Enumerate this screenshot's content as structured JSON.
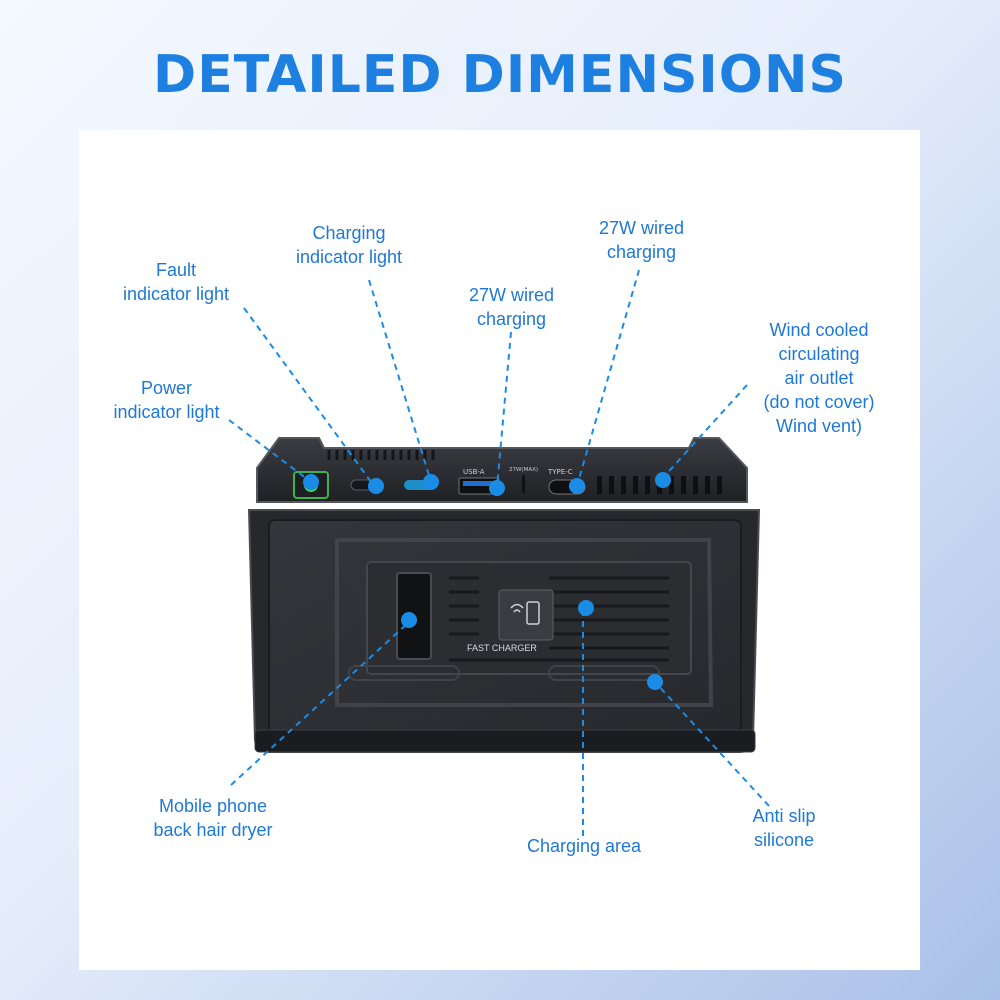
{
  "title": "DETAILED DIMENSIONS",
  "colors": {
    "accent": "#1d7fe0",
    "label": "#1e78d6",
    "dot": "#1a8ce6",
    "device": "#2c2e33"
  },
  "labels": {
    "fault": [
      "Fault",
      "indicator light"
    ],
    "charging_indicator": [
      "Charging",
      "indicator light"
    ],
    "wired_usb_a": [
      "27W wired",
      "charging"
    ],
    "wired_type_c": [
      "27W wired",
      "charging"
    ],
    "wind": [
      "Wind cooled",
      "circulating",
      "air outlet",
      "(do not cover)",
      "Wind vent)"
    ],
    "power": [
      "Power",
      "indicator light"
    ],
    "hair_dryer": [
      "Mobile phone",
      "back hair dryer"
    ],
    "charging_area": [
      "Charging area"
    ],
    "anti_slip": [
      "Anti slip",
      "silicone"
    ]
  },
  "device_print": {
    "usb_a": "USB-A",
    "max": "27W(MAX)",
    "type_c": "TYPE-C",
    "fast_charger": "FAST CHARGER"
  }
}
